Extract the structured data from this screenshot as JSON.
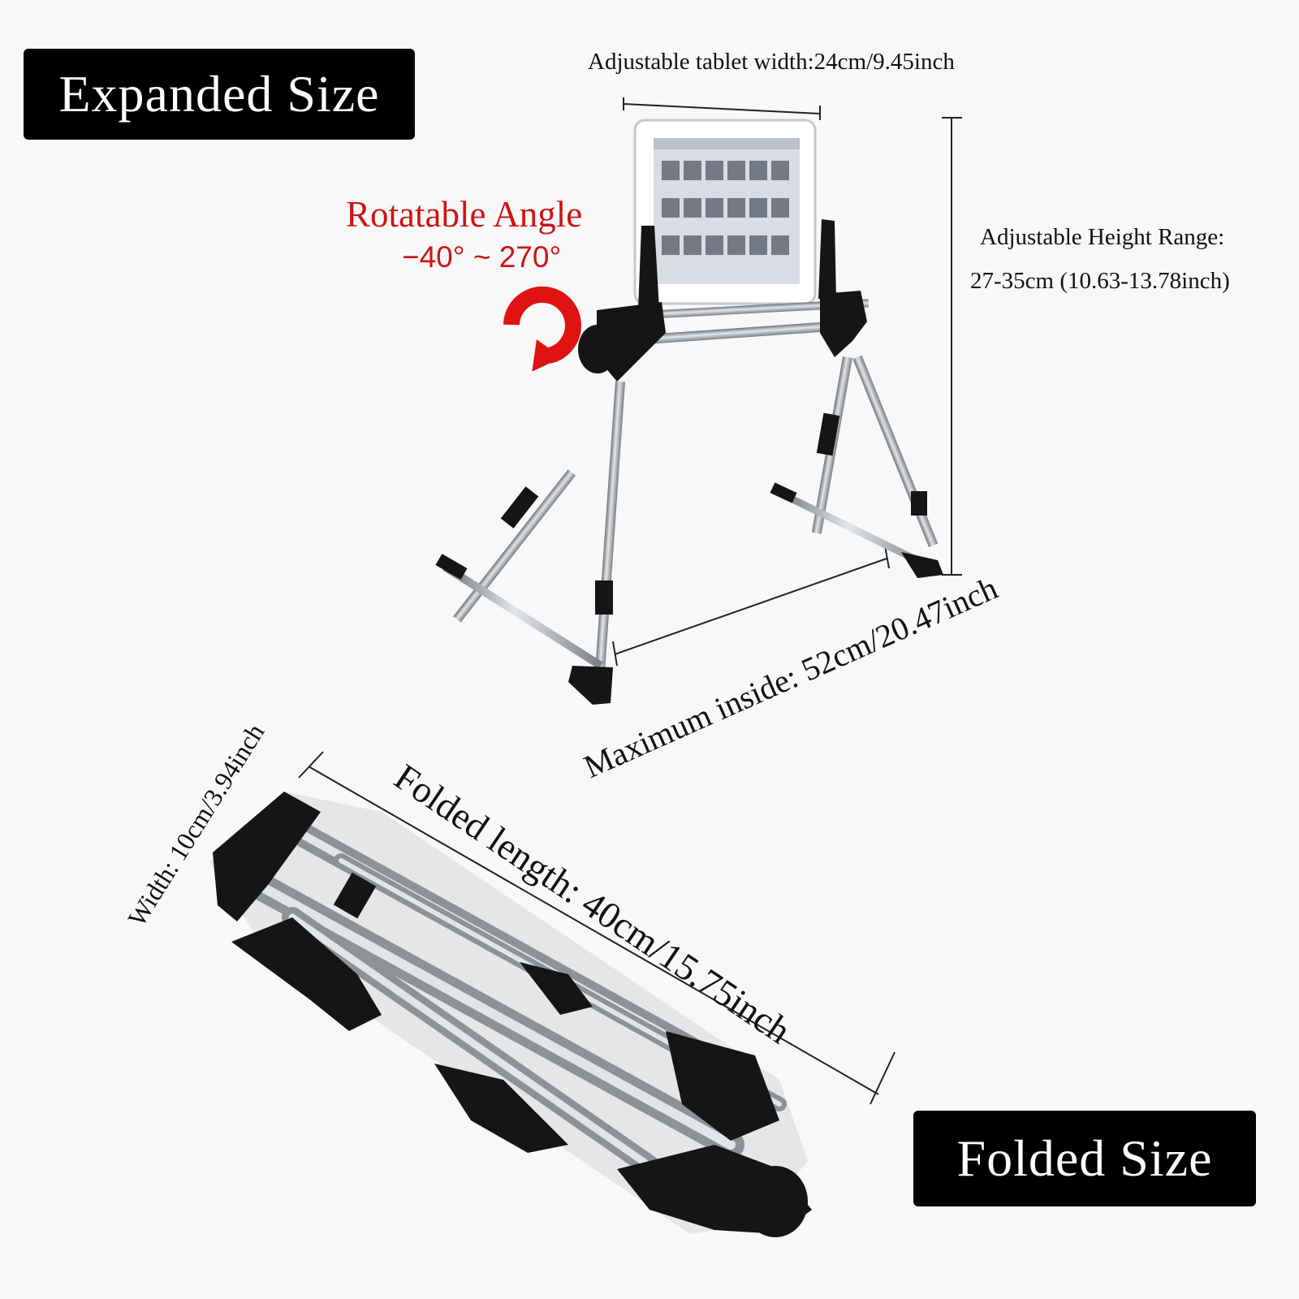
{
  "badges": {
    "expanded": "Expanded Size",
    "folded": "Folded Size"
  },
  "dimensions": {
    "tablet_width": "Adjustable tablet width:24cm/9.45inch",
    "height_title": "Adjustable Height Range:",
    "height_value": "27-35cm (10.63-13.78inch)",
    "max_inside": "Maximum inside: 52cm/20.47inch",
    "folded_width": "Width: 10cm/3.94inch",
    "folded_length": "Folded length: 40cm/15.75inch"
  },
  "rotation": {
    "title": "Rotatable Angle",
    "range": "−40° ~ 270°"
  },
  "colors": {
    "accent_red": "#d01414",
    "badge_bg": "#000000",
    "badge_text": "#ffffff",
    "metal": "#a9aeb3",
    "plastic": "#151515"
  },
  "icons": {
    "rotate": "rotate-arrow-icon"
  }
}
